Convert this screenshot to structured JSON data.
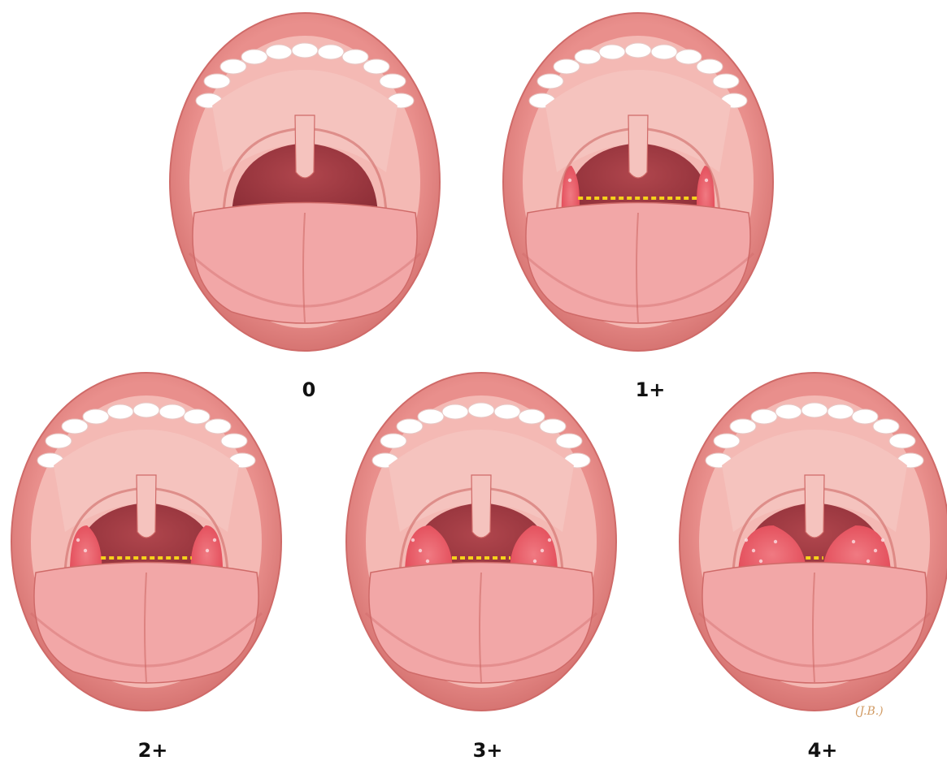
{
  "figure": {
    "palette": {
      "lip": "#e98f8c",
      "lip_shadow": "#cf6a68",
      "mouth_inner": "#f4b9b4",
      "palate": "#f5c3be",
      "throat": "#b0464d",
      "throat_dark": "#8e2f38",
      "tonsil": "#e34d5a",
      "tongue": "#f2a7a7",
      "teeth": "#ffffff",
      "measure_line": "#f5d21b"
    },
    "panels": [
      {
        "grade": "0",
        "tonsil_fraction": 0.0
      },
      {
        "grade": "1+",
        "tonsil_fraction": 0.18
      },
      {
        "grade": "2+",
        "tonsil_fraction": 0.38
      },
      {
        "grade": "3+",
        "tonsil_fraction": 0.6
      },
      {
        "grade": "4+",
        "tonsil_fraction": 0.88
      }
    ],
    "artist_signature": "(J.B.)"
  }
}
